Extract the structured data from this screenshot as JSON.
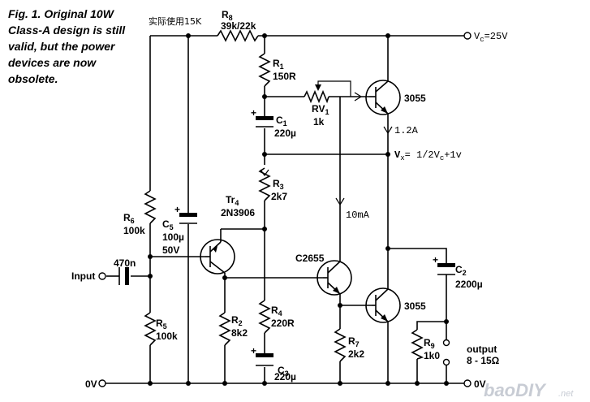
{
  "caption": [
    "Fig. 1. Original 10W",
    "Class-A design is still",
    "valid, but the power",
    "devices are now",
    "obsolete."
  ],
  "note_cn": "实际使用15K",
  "vc_label": "V",
  "vc_sub": "c",
  "vc_value": "=25V",
  "vx_label": "V",
  "vx_sub": "x",
  "vx_eq": "= 1/2V",
  "vx_sub2": "c",
  "vx_tail": "+1v",
  "current_out": "1.2A",
  "current_driver": "10mA",
  "input_label": "Input",
  "input_cap": "470n",
  "zero_v_left": "0V",
  "zero_v_right": "0V",
  "output_label": "output",
  "output_load": "8 - 15Ω",
  "components": {
    "r8": {
      "name": "R",
      "sub": "8",
      "value": "39k/22k"
    },
    "r1": {
      "name": "R",
      "sub": "1",
      "value": "150R"
    },
    "rv1": {
      "name": "RV",
      "sub": "1",
      "value": "1k"
    },
    "c1": {
      "name": "C",
      "sub": "1",
      "value": "220µ"
    },
    "r3": {
      "name": "R",
      "sub": "3",
      "value": "2k7"
    },
    "tr4": {
      "name": "Tr",
      "sub": "4",
      "value": "2N3906"
    },
    "r6": {
      "name": "R",
      "sub": "6",
      "value": "100k"
    },
    "c5": {
      "name": "C",
      "sub": "5",
      "value": "100µ",
      "value2": "50V"
    },
    "r5": {
      "name": "R",
      "sub": "5",
      "value": "100k"
    },
    "r2": {
      "name": "R",
      "sub": "2",
      "value": "8k2"
    },
    "r4": {
      "name": "R",
      "sub": "4",
      "value": "220R"
    },
    "c3": {
      "name": "C",
      "sub": "3",
      "value": "220µ"
    },
    "q_driver": {
      "name": "C2655"
    },
    "r7": {
      "name": "R",
      "sub": "7",
      "value": "2k2"
    },
    "q_top": {
      "name": "3055"
    },
    "q_bottom": {
      "name": "3055"
    },
    "c2": {
      "name": "C",
      "sub": "2",
      "value": "2200µ"
    },
    "r9": {
      "name": "R",
      "sub": "9",
      "value": "1k0"
    }
  },
  "watermark": "baoDIY",
  "watermark_tail": ".net"
}
